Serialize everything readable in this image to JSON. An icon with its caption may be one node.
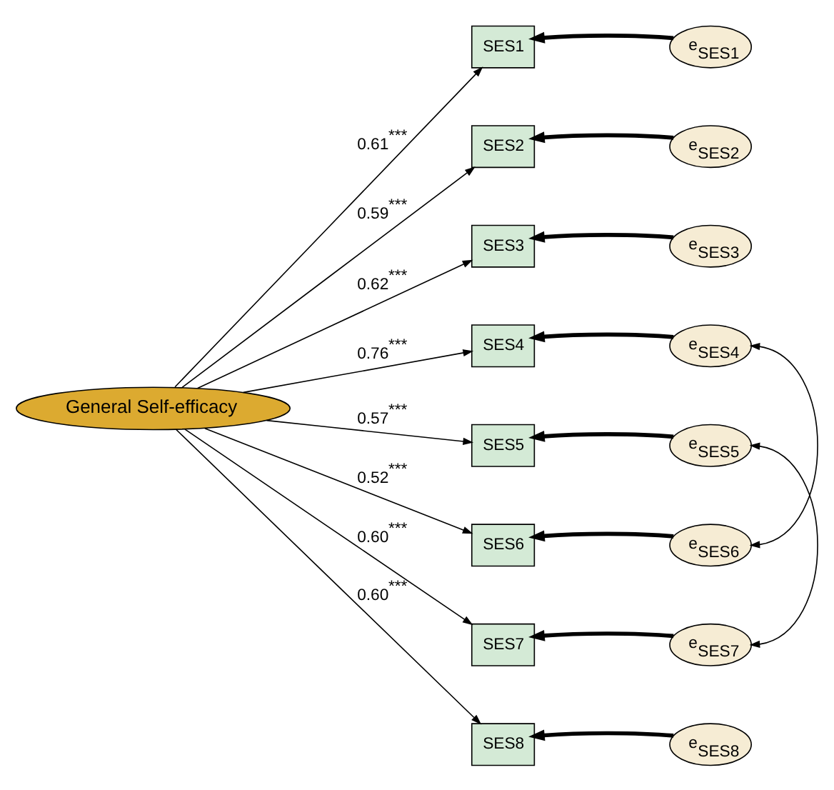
{
  "diagram": {
    "nodes": [
      {
        "text": [
          "General Self-efficacy"
        ]
      },
      {
        "text": [
          "SES1"
        ]
      },
      {
        "text": [
          "SES2"
        ]
      },
      {
        "text": [
          "SES3"
        ]
      },
      {
        "text": [
          "SES4"
        ]
      },
      {
        "text": [
          "SES5"
        ]
      },
      {
        "text": [
          "SES6"
        ]
      },
      {
        "text": [
          "SES7"
        ]
      },
      {
        "text": [
          "SES8"
        ]
      },
      {
        "text": [
          "e$_{SES1}$"
        ]
      },
      {
        "text": [
          "e$_{SES2}$"
        ]
      },
      {
        "text": [
          "e$_{SES3}$"
        ]
      },
      {
        "text": [
          "e$_{SES4}$"
        ]
      },
      {
        "text": [
          "e$_{SES5}$"
        ]
      },
      {
        "text": [
          "e$_{SES6}$"
        ]
      },
      {
        "text": [
          "e$_{SES7}$"
        ]
      },
      {
        "text": [
          "e$_{SES8}$"
        ]
      }
    ],
    "edges": [
      {
        "from": 0,
        "to": 1,
        "arrow": "to",
        "label": "0.61$^{***}$"
      },
      {
        "from": 0,
        "to": 2,
        "arrow": "to",
        "label": "0.59$^{***}$"
      },
      {
        "from": 0,
        "to": 3,
        "arrow": "to",
        "label": "0.62$^{***}$"
      },
      {
        "from": 0,
        "to": 4,
        "arrow": "to",
        "label": "0.76$^{***}$"
      },
      {
        "from": 0,
        "to": 5,
        "arrow": "to",
        "label": "0.57$^{***}$"
      },
      {
        "from": 0,
        "to": 6,
        "arrow": "to",
        "label": "0.52$^{***}$"
      },
      {
        "from": 0,
        "to": 7,
        "arrow": "to",
        "label": "0.60$^{***}$"
      },
      {
        "from": 0,
        "to": 8,
        "arrow": "to",
        "label": "0.60$^{***}$"
      },
      {
        "from": 9,
        "to": 1,
        "arrow": "to",
        "style": "thick"
      },
      {
        "from": 10,
        "to": 2,
        "arrow": "to",
        "style": "thick"
      },
      {
        "from": 11,
        "to": 3,
        "arrow": "to",
        "style": "thick"
      },
      {
        "from": 12,
        "to": 4,
        "arrow": "to",
        "style": "thick"
      },
      {
        "from": 13,
        "to": 5,
        "arrow": "to",
        "style": "thick"
      },
      {
        "from": 14,
        "to": 6,
        "arrow": "to",
        "style": "thick"
      },
      {
        "from": 15,
        "to": 7,
        "arrow": "to",
        "style": "thick"
      },
      {
        "from": 16,
        "to": 8,
        "arrow": "to",
        "style": "thick"
      },
      {
        "from": 12,
        "to": 14,
        "arrow": "both"
      },
      {
        "from": 13,
        "to": 15,
        "arrow": "both"
      }
    ]
  }
}
